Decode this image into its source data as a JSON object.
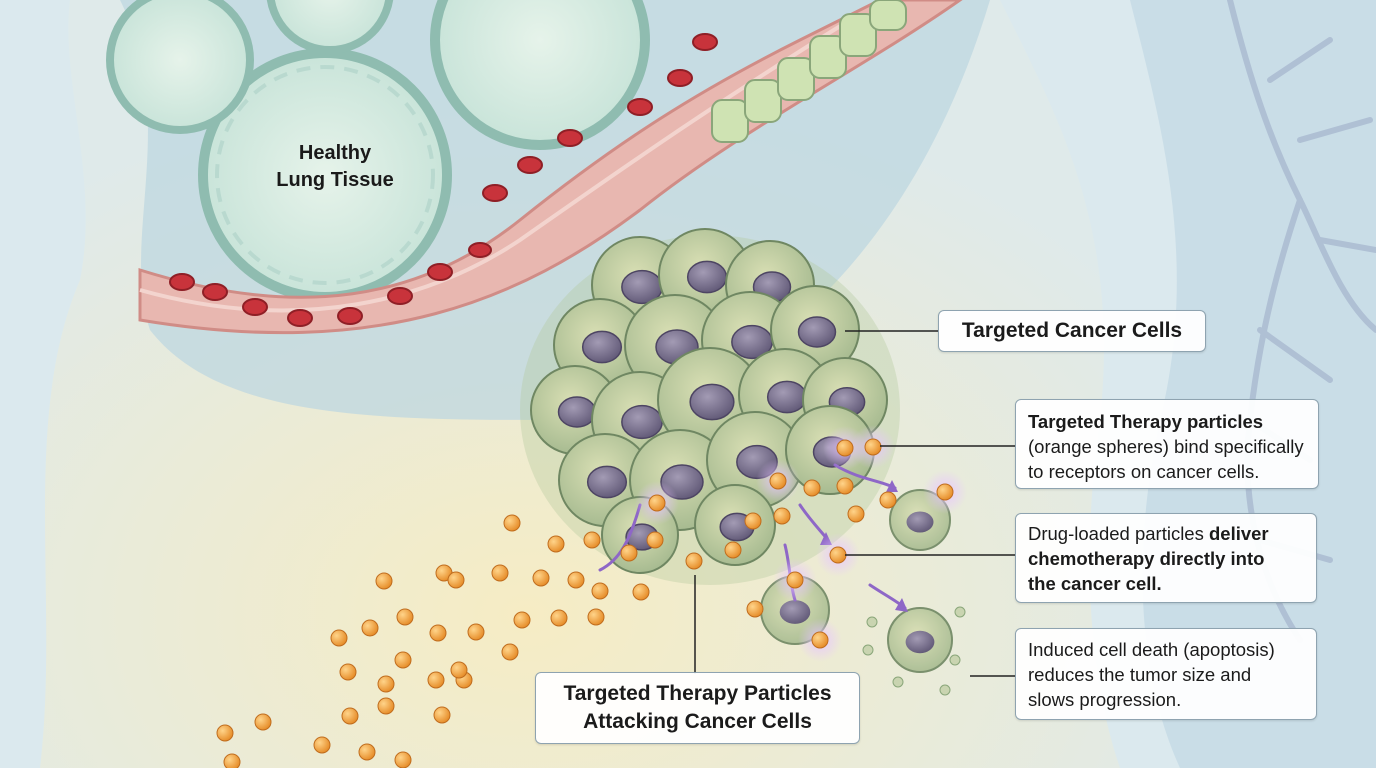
{
  "labels": {
    "healthy_line1": "Healthy",
    "healthy_line2": "Lung Tissue",
    "targeted_cells": "Targeted Cancer Cells",
    "attack_line1": "Targeted Therapy Particles",
    "attack_line2": "Attacking Cancer Cells"
  },
  "callouts": {
    "binding": {
      "bold": "Targeted Therapy particles",
      "line2": "(orange spheres) bind specifically",
      "line3": "to receptors on cancer cells."
    },
    "delivery": {
      "plain": "Drug-loaded particles ",
      "bold1": "deliver",
      "bold2": "chemotherapy directly into",
      "bold3": "the cancer cell."
    },
    "apoptosis": {
      "line1": "Induced cell death (apoptosis)",
      "line2": "reduces the tumor size and",
      "line3": "slows progression."
    }
  },
  "colors": {
    "particle": "#f0a040",
    "cancer_cell": "#b9c79a",
    "nucleus": "#7e7590",
    "blood_cell": "#c9343b",
    "vessel": "#e9b9b3",
    "alveolus": "#c8e4dc",
    "glow": "#c9a0e6"
  }
}
